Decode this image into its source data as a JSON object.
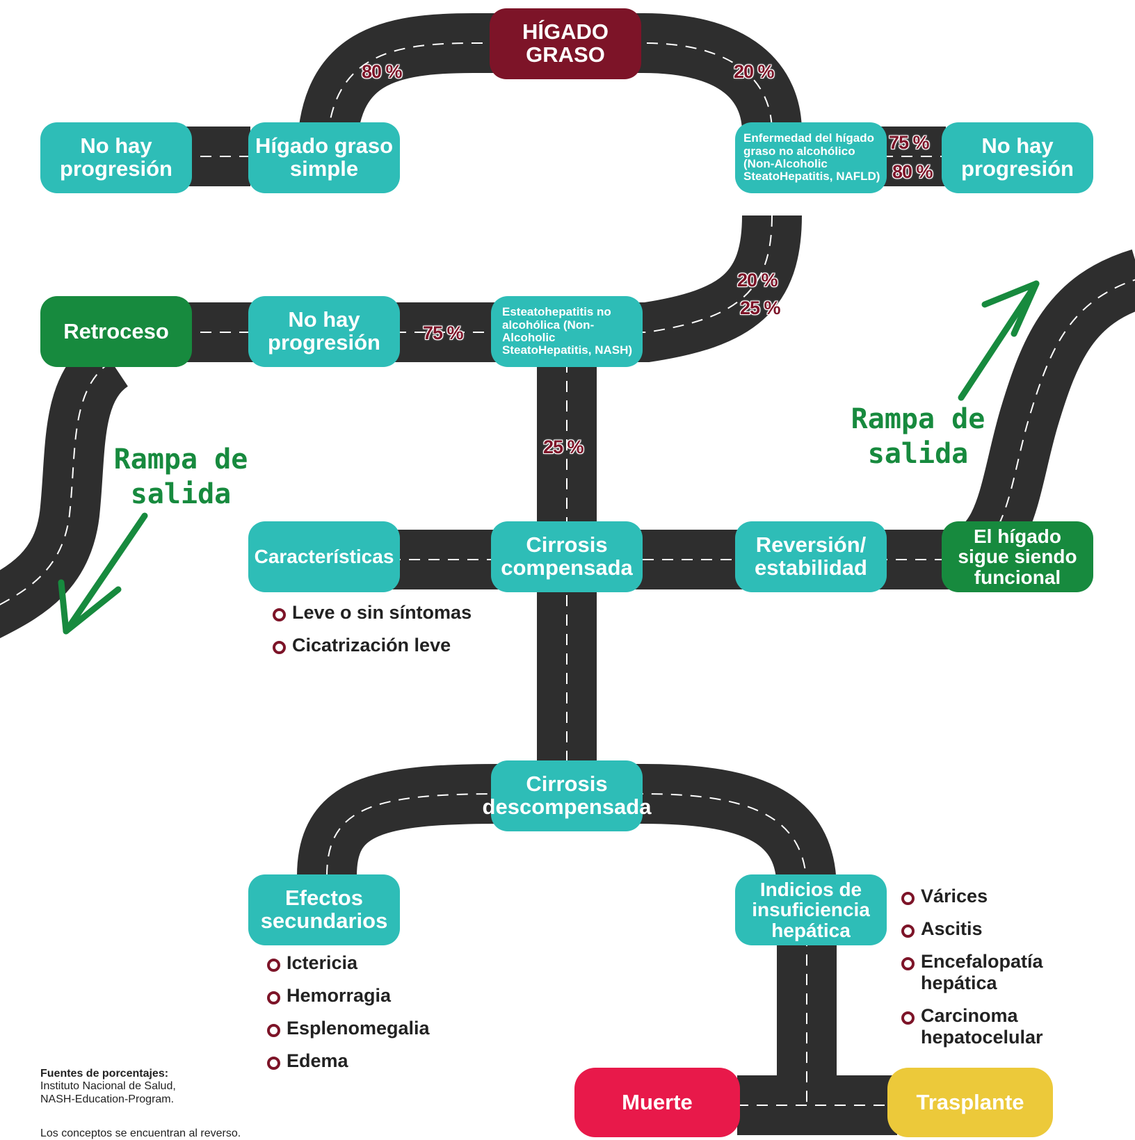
{
  "nodes": {
    "higado_graso": "HÍGADO GRASO",
    "no_progresion_left": "No hay progresión",
    "higado_graso_simple": "Hígado graso simple",
    "nafld": "Enfermedad del hígado graso no alcohólico (Non-Alcoholic SteatoHepatitis, NAFLD)",
    "no_progresion_right": "No hay progresión",
    "retroceso": "Retroceso",
    "no_progresion_mid": "No hay progresión",
    "nash": "Esteatohepatitis no alcohólica (Non-Alcoholic SteatoHepatitis, NASH)",
    "caracteristicas": "Características",
    "cirrosis_compensada": "Cirrosis compensada",
    "reversion": "Reversión/ estabilidad",
    "higado_funcional": "El hígado sigue siendo funcional",
    "cirrosis_descompensada": "Cirrosis descompensada",
    "efectos_secundarios": "Efectos secundarios",
    "indicios": "Indicios de insuficiencia hepática",
    "muerte": "Muerte",
    "trasplante": "Trasplante"
  },
  "percentages": {
    "p80_left": "80 %",
    "p20_right": "20 %",
    "p75_nafld": "75 %",
    "p80_nafld": "80 %",
    "p20_down": "20 %",
    "p25_down": "25 %",
    "p75_nash": "75 %",
    "p25_vertical": "25 %"
  },
  "ramps": {
    "left": "Rampa de salida",
    "right": "Rampa de salida"
  },
  "lists": {
    "caracteristicas": [
      "Leve o sin síntomas",
      "Cicatrización leve"
    ],
    "efectos": [
      "Ictericia",
      "Hemorragia",
      "Esplenomegalia",
      "Edema"
    ],
    "indicios": [
      "Várices",
      "Ascitis",
      "Encefalopatía hepática",
      "Carcinoma hepatocelular"
    ]
  },
  "footer": {
    "sources_title": "Fuentes de porcentajes:",
    "sources_text1": "Instituto Nacional de Salud,",
    "sources_text2": "NASH-Education-Program.",
    "note": "Los conceptos se encuentran al reverso."
  },
  "colors": {
    "teal": "#2ebdb7",
    "green": "#178a3e",
    "maroon": "#7d1428",
    "red": "#e8194a",
    "yellow": "#ecc93a",
    "road": "#2e2e2e"
  }
}
